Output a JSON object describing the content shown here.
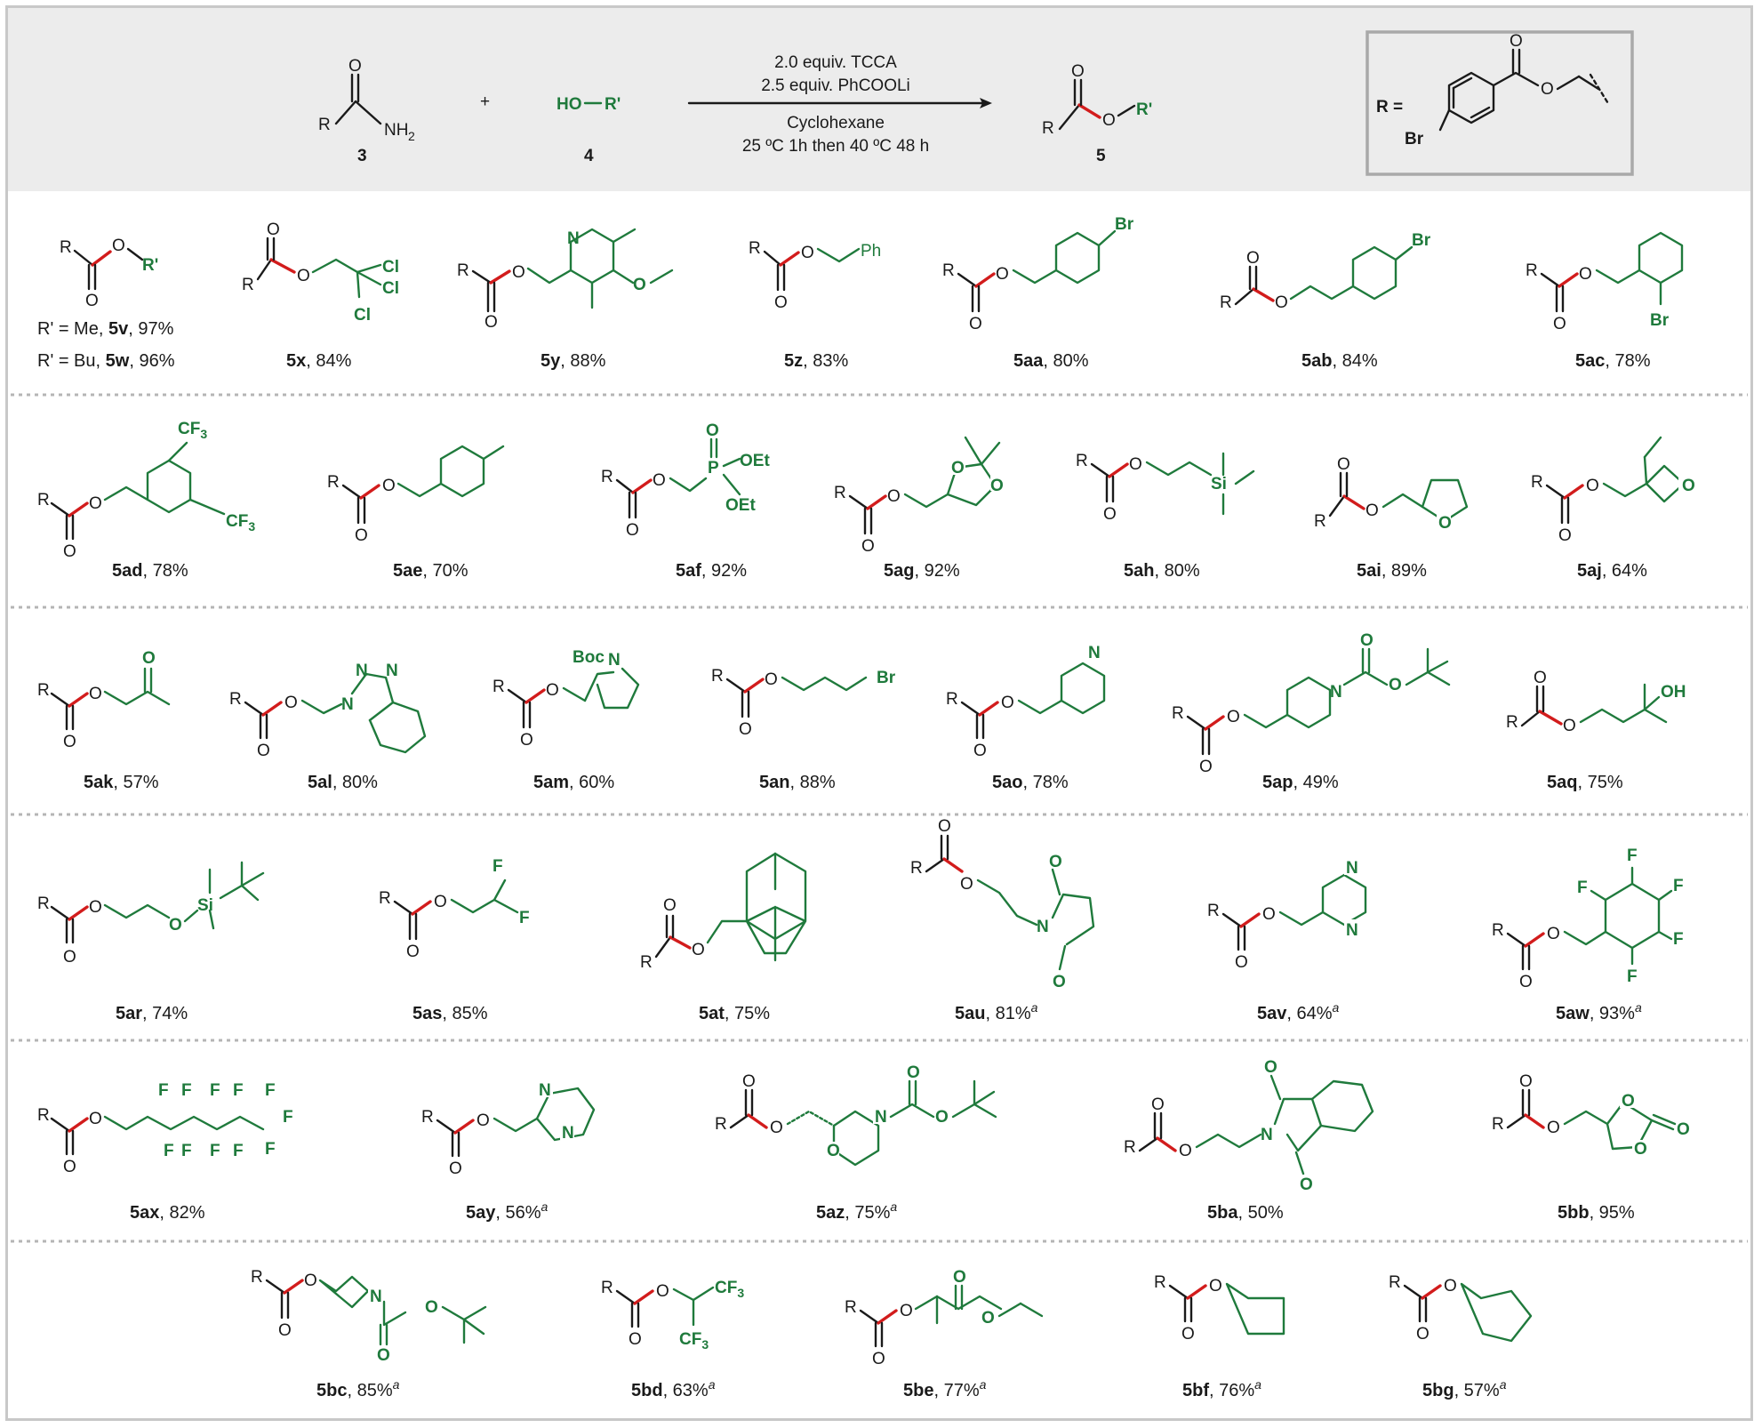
{
  "reaction": {
    "reagent_1_label": "3",
    "reagent_2_label": "4",
    "product_label": "5",
    "plus": "+",
    "alcohol": "HO",
    "alcohol_r": "R'",
    "conditions": [
      "2.0 equiv. TCCA",
      "2.5 equiv. PhCOOLi",
      "Cyclohexane",
      "25 ºC 1h then 40 ºC  48 h"
    ],
    "r_definition": "R  =",
    "r_substituent": "Br"
  },
  "colors": {
    "product_bond": "#d21c1c",
    "r_prime": "#1f7a3c",
    "frame": "#c8c8c8",
    "header_bg": "#ececec"
  },
  "compounds": [
    {
      "row": 1,
      "lines": [
        {
          "pre": "R' = Me, ",
          "id": "5v",
          "yield": ", 97%",
          "sup": ""
        },
        {
          "pre": "R' = Bu, ",
          "id": "5w",
          "yield": ", 96%",
          "sup": ""
        }
      ]
    },
    {
      "row": 1,
      "id": "5x",
      "yield": ", 84%",
      "sup": ""
    },
    {
      "row": 1,
      "id": "5y",
      "yield": ", 88%",
      "sup": ""
    },
    {
      "row": 1,
      "id": "5z",
      "yield": ", 83%",
      "sup": ""
    },
    {
      "row": 1,
      "id": "5aa",
      "yield": ", 80%",
      "sup": ""
    },
    {
      "row": 1,
      "id": "5ab",
      "yield": ", 84%",
      "sup": ""
    },
    {
      "row": 1,
      "id": "5ac",
      "yield": ", 78%",
      "sup": ""
    },
    {
      "row": 2,
      "id": "5ad",
      "yield": ", 78%",
      "sup": ""
    },
    {
      "row": 2,
      "id": "5ae",
      "yield": ", 70%",
      "sup": ""
    },
    {
      "row": 2,
      "id": "5af",
      "yield": ", 92%",
      "sup": ""
    },
    {
      "row": 2,
      "id": "5ag",
      "yield": ", 92%",
      "sup": ""
    },
    {
      "row": 2,
      "id": "5ah",
      "yield": ", 80%",
      "sup": ""
    },
    {
      "row": 2,
      "id": "5ai",
      "yield": ", 89%",
      "sup": ""
    },
    {
      "row": 2,
      "id": "5aj",
      "yield": ", 64%",
      "sup": ""
    },
    {
      "row": 3,
      "id": "5ak",
      "yield": ", 57%",
      "sup": ""
    },
    {
      "row": 3,
      "id": "5al",
      "yield": ", 80%",
      "sup": ""
    },
    {
      "row": 3,
      "id": "5am",
      "yield": ", 60%",
      "sup": ""
    },
    {
      "row": 3,
      "id": "5an",
      "yield": ", 88%",
      "sup": ""
    },
    {
      "row": 3,
      "id": "5ao",
      "yield": ", 78%",
      "sup": ""
    },
    {
      "row": 3,
      "id": "5ap",
      "yield": ", 49%",
      "sup": ""
    },
    {
      "row": 3,
      "id": "5aq",
      "yield": ", 75%",
      "sup": ""
    },
    {
      "row": 4,
      "id": "5ar",
      "yield": ", 74%",
      "sup": ""
    },
    {
      "row": 4,
      "id": "5as",
      "yield": ", 85%",
      "sup": ""
    },
    {
      "row": 4,
      "id": "5at",
      "yield": ", 75%",
      "sup": ""
    },
    {
      "row": 4,
      "id": "5au",
      "yield": ", 81%",
      "sup": "a"
    },
    {
      "row": 4,
      "id": "5av",
      "yield": ", 64%",
      "sup": "a"
    },
    {
      "row": 4,
      "id": "5aw",
      "yield": ", 93%",
      "sup": "a"
    },
    {
      "row": 5,
      "id": "5ax",
      "yield": ", 82%",
      "sup": ""
    },
    {
      "row": 5,
      "id": "5ay",
      "yield": ", 56%",
      "sup": "a"
    },
    {
      "row": 5,
      "id": "5az",
      "yield": ", 75%",
      "sup": "a"
    },
    {
      "row": 5,
      "id": "5ba",
      "yield": ", 50%",
      "sup": ""
    },
    {
      "row": 5,
      "id": "5bb",
      "yield": ", 95%",
      "sup": ""
    },
    {
      "row": 6,
      "id": "5bc",
      "yield": ", 85%",
      "sup": "a"
    },
    {
      "row": 6,
      "id": "5bd",
      "yield": ", 63%",
      "sup": "a"
    },
    {
      "row": 6,
      "id": "5be",
      "yield": ", 77%",
      "sup": "a"
    },
    {
      "row": 6,
      "id": "5bf",
      "yield": ", 76%",
      "sup": "a"
    },
    {
      "row": 6,
      "id": "5bg",
      "yield": ", 57%",
      "sup": "a"
    }
  ],
  "substituent_text": {
    "me3": "R'",
    "cl": "Cl",
    "ph": "Ph",
    "br": "Br",
    "n": "N",
    "o": "O",
    "cf3": "CF",
    "three": "3",
    "oet": "OEt",
    "p": "P",
    "si": "Si",
    "boc": "Boc",
    "oh": "OH",
    "f": "F"
  }
}
